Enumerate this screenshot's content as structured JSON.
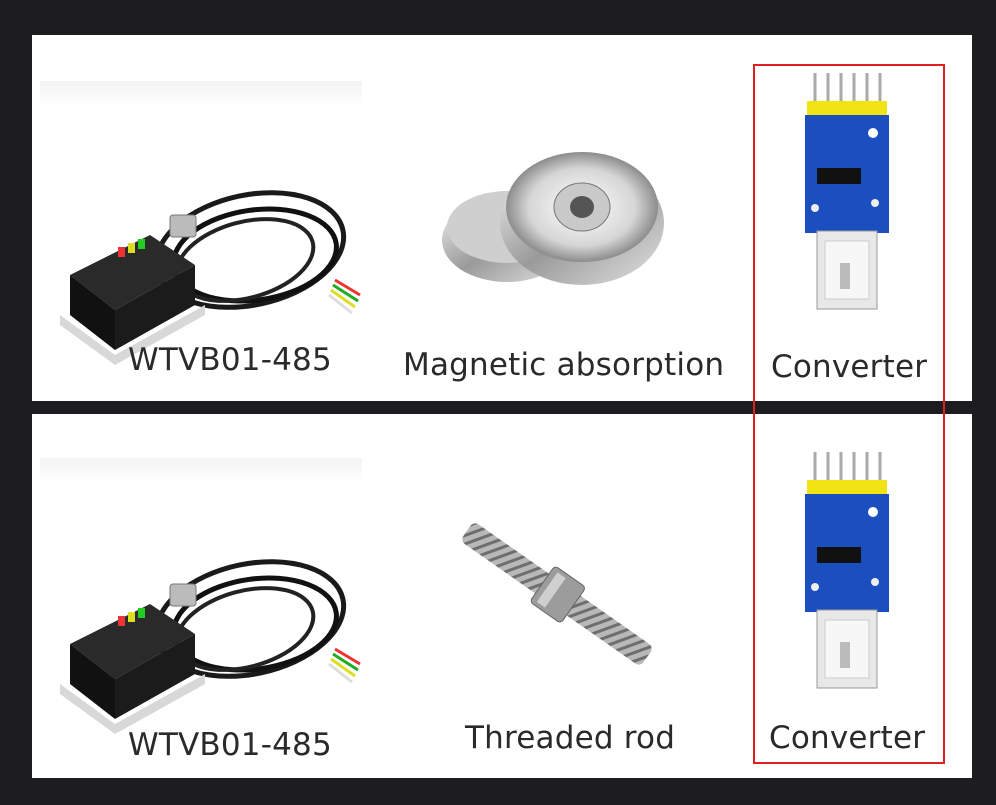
{
  "rows": [
    {
      "items": [
        {
          "label": "WTVB01-485",
          "image": "vibration-sensor-with-cable"
        },
        {
          "label": "Magnetic absorption",
          "image": "round-magnet-mount"
        },
        {
          "label": "Converter",
          "image": "usb-rs485-converter"
        }
      ]
    },
    {
      "items": [
        {
          "label": "WTVB01-485",
          "image": "vibration-sensor-with-cable"
        },
        {
          "label": "Threaded rod",
          "image": "threaded-stud-with-hex-nut"
        },
        {
          "label": "Converter",
          "image": "usb-rs485-converter"
        }
      ]
    }
  ],
  "colors": {
    "background": "#1d1d1f",
    "panel": "#ffffff",
    "highlight": "#e02020",
    "text": "#2a2a2a"
  }
}
